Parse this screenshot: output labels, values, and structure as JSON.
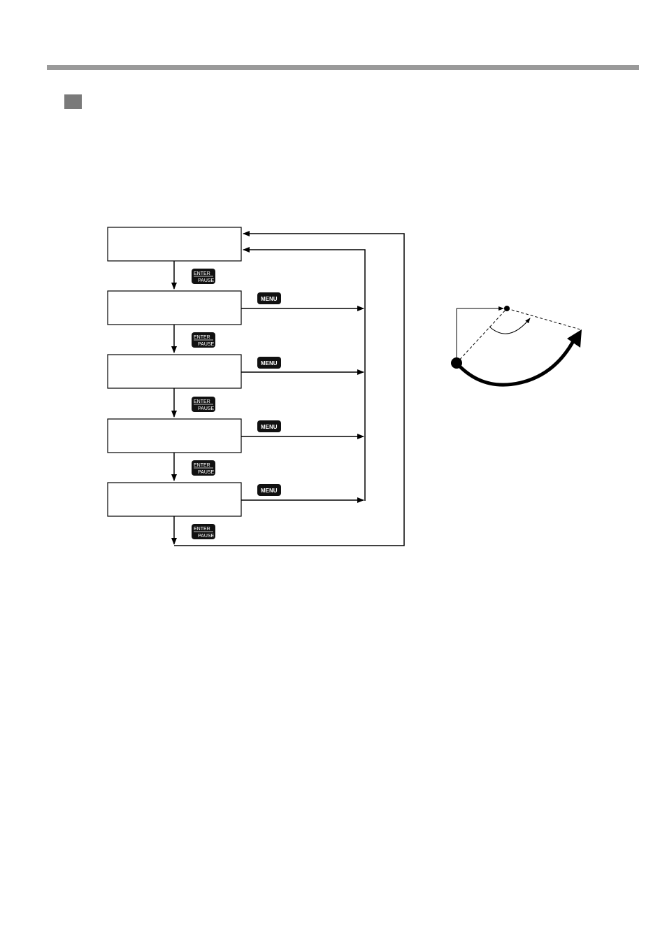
{
  "keys": {
    "enter_top": "ENTER",
    "enter_bottom": "PAUSE",
    "menu": "MENU"
  },
  "flow": {
    "boxes": [
      "",
      "",
      "",
      "",
      ""
    ]
  },
  "colors": {
    "rule": "#9a9a9a",
    "marker": "#7a7a7a",
    "line": "#000000"
  }
}
